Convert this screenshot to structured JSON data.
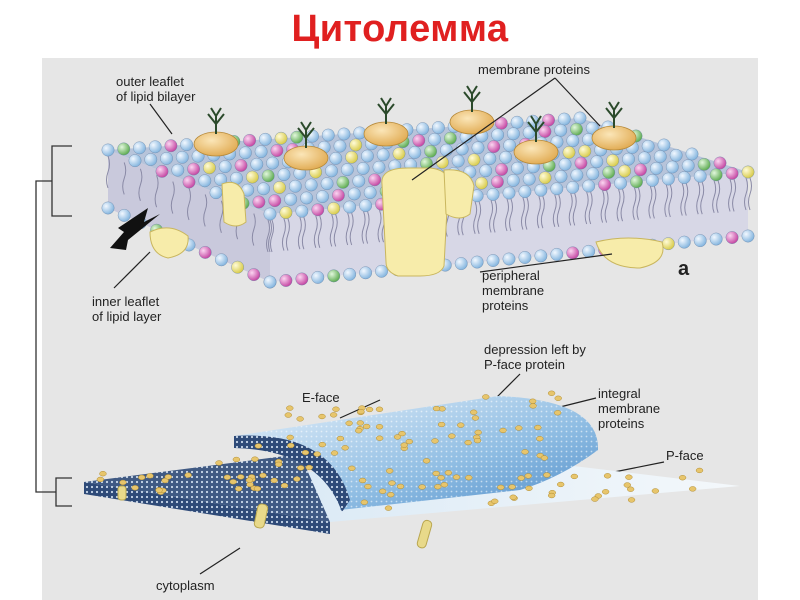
{
  "title": "Цитолемма",
  "labels": {
    "outer_leaflet": "outer leaflet\nof lipid bilayer",
    "membrane_proteins": "membrane proteins",
    "inner_leaflet": "inner leaflet\nof lipid layer",
    "peripheral_proteins": "peripheral\nmembrane\nproteins",
    "panel_a": "a",
    "depression": "depression left by\nP-face protein",
    "e_face": "E-face",
    "integral_proteins": "integral\nmembrane\nproteins",
    "p_face": "P-face",
    "cytoplasm": "cytoplasm"
  },
  "colors": {
    "title": "#e02020",
    "lipid_head_blue": "#a9cdea",
    "lipid_head_pink": "#d95bb5",
    "lipid_head_green": "#7cc36e",
    "lipid_head_yellow": "#ece36d",
    "protein": "#f2c97b",
    "integral_protein": "#f7ecaa",
    "e_face_blue": "#7fb3df",
    "p_face_dark": "#3e5a86"
  }
}
